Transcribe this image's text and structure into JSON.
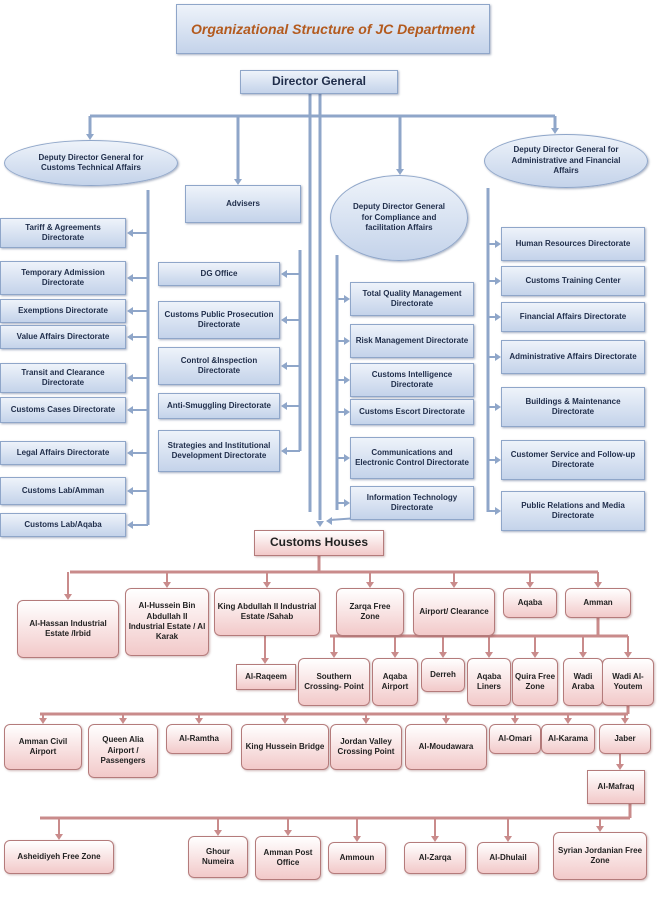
{
  "title": "Organizational Structure of JC Department",
  "director_general": "Director General",
  "deputy_technical": "Deputy Director General for Customs Technical Affairs",
  "advisers": "Advisers",
  "deputy_compliance": "Deputy Director General for Compliance and facilitation Affairs",
  "deputy_admin": "Deputy Director General for Administrative and Financial Affairs",
  "technical_units": [
    "Tariff & Agreements Directorate",
    "Temporary Admission Directorate",
    "Exemptions Directorate",
    "Value Affairs Directorate",
    "Transit and Clearance Directorate",
    "Customs Cases Directorate",
    "Legal Affairs Directorate",
    "Customs Lab/Amman",
    "Customs Lab/Aqaba"
  ],
  "dg_units": [
    "DG Office",
    "Customs Public Prosecution Directorate",
    "Control &Inspection Directorate",
    "Anti-Smuggling Directorate",
    "Strategies and Institutional Development Directorate"
  ],
  "compliance_units": [
    "Total Quality Management Directorate",
    "Risk Management Directorate",
    "Customs Intelligence Directorate",
    "Customs Escort Directorate",
    "Communications and Electronic Control Directorate",
    "Information Technology Directorate"
  ],
  "admin_units": [
    "Human Resources Directorate",
    "Customs Training Center",
    "Financial Affairs Directorate",
    "Administrative Affairs Directorate",
    "Buildings & Maintenance Directorate",
    "Customer Service and Follow-up Directorate",
    "Public Relations and Media Directorate"
  ],
  "customs_houses": "Customs Houses",
  "houses_row1": [
    "Al-Hassan Industrial Estate /Irbid",
    "Al-Hussein Bin Abdullah II Industrial Estate / Al Karak",
    "King Abdullah II Industrial Estate /Sahab",
    "Zarqa Free Zone",
    "Airport/ Clearance",
    "Aqaba",
    "Amman"
  ],
  "al_raqeem": "Al-Raqeem",
  "amman_sub": [
    "Southern Crossing- Point",
    "Aqaba Airport",
    "Derreh",
    "Aqaba Liners",
    "Quira Free Zone",
    "Wadi Araba",
    "Wadi Al-Youtem"
  ],
  "houses_row3": [
    "Amman Civil Airport",
    "Queen Alia Airport / Passengers",
    "Al-Ramtha",
    "King Hussein Bridge",
    "Jordan Valley Crossing Point",
    "Al-Moudawara",
    "Al-Omari",
    "Al-Karama",
    "Jaber"
  ],
  "al_mafraq": "Al-Mafraq",
  "houses_row4": [
    "Asheidiyeh Free Zone",
    "Ghour Numeira",
    "Amman Post Office",
    "Ammoun",
    "Al-Zarqa",
    "Al-Dhulail",
    "Syrian Jordanian Free Zone"
  ],
  "colors": {
    "blue_line": "#8fa6c9",
    "red_line": "#c98b8b",
    "title": "#b35a1e"
  }
}
